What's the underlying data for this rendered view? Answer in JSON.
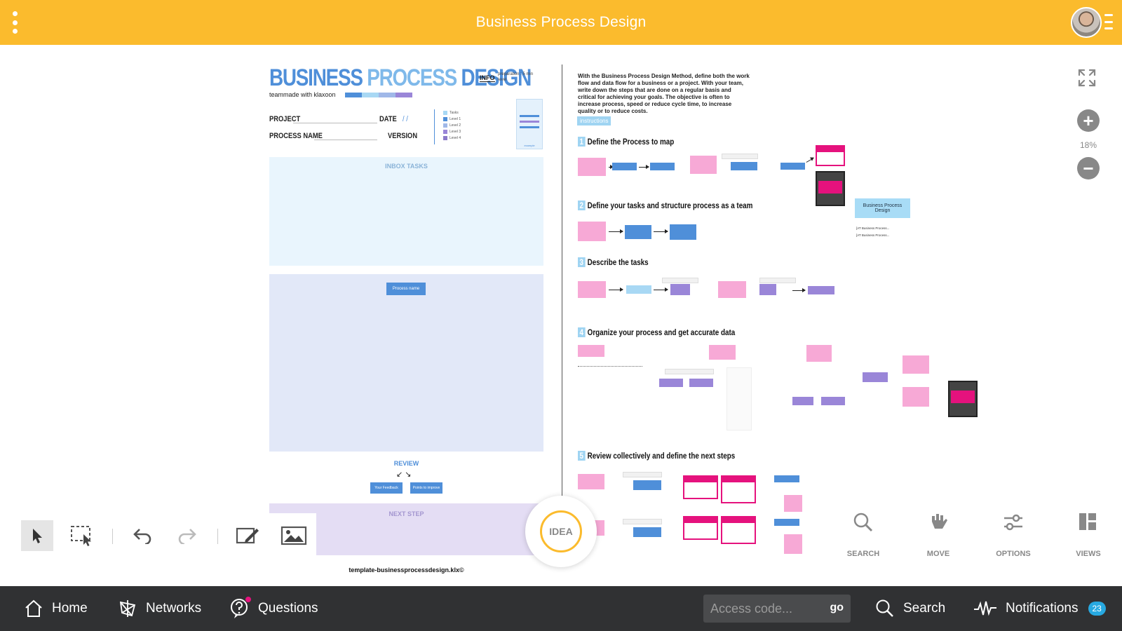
{
  "app": {
    "title": "Business Process Design"
  },
  "template": {
    "title_parts": [
      "BUSINESS ",
      "PROCESS ",
      "DESIGN"
    ],
    "subtitle": "teammade with klaxoon",
    "info_tag": "INFO",
    "prep_line1": "preparation : 5 min",
    "prep_line2": "level",
    "project_label": "PROJECT",
    "date_label": "DATE",
    "date_value": "/ /",
    "process_name_label": "PROCESS NAME",
    "version_label": "VERSION",
    "legend": [
      "Tasks",
      "Level 1",
      "Level 2",
      "Level 3",
      "Level 4"
    ],
    "legend_colors": [
      "#a8d8f4",
      "#4f8fd9",
      "#a0b8e8",
      "#9a86d8",
      "#8c7bc9"
    ],
    "example_label": "example",
    "inbox_label": "INBOX TASKS",
    "process_name_note": "Process name",
    "review_label": "REVIEW",
    "feedback_note": "Your Feedback",
    "improve_note": "Points to improve",
    "next_step_label": "NEXT STEP",
    "file_name": "template-businessprocessdesign.klx©"
  },
  "instructions": {
    "intro": "With the Business Process Design Method, define both the work flow and data flow for a business or a project. With your team, write down the steps that are done on a regular basis and critical for achieving your goals. The objective is often to increase process, speed or reduce cycle time, to increase quality or to reduce costs.",
    "tag": "instructions",
    "steps": [
      {
        "num": "1",
        "text": "Define the Process to map"
      },
      {
        "num": "2",
        "text": "Define your tasks and structure process as a team"
      },
      {
        "num": "3",
        "text": "Describe the tasks"
      },
      {
        "num": "4",
        "text": "Organize your process and get accurate data"
      },
      {
        "num": "5",
        "text": "Review collectively and define the next steps"
      }
    ],
    "bpd_card": "Business Process Design",
    "bpd_list": [
      "[AT Business Process...",
      "[AT Business Process..."
    ]
  },
  "zoom": {
    "level": "18%"
  },
  "tools": {
    "idea_label": "IDEA"
  },
  "right_tools": [
    {
      "label": "SEARCH"
    },
    {
      "label": "MOVE"
    },
    {
      "label": "OPTIONS"
    },
    {
      "label": "VIEWS"
    }
  ],
  "nav": {
    "home": "Home",
    "networks": "Networks",
    "questions": "Questions",
    "access_placeholder": "Access code...",
    "go": "go",
    "search": "Search",
    "notifications": "Notifications",
    "notifications_count": "23"
  }
}
